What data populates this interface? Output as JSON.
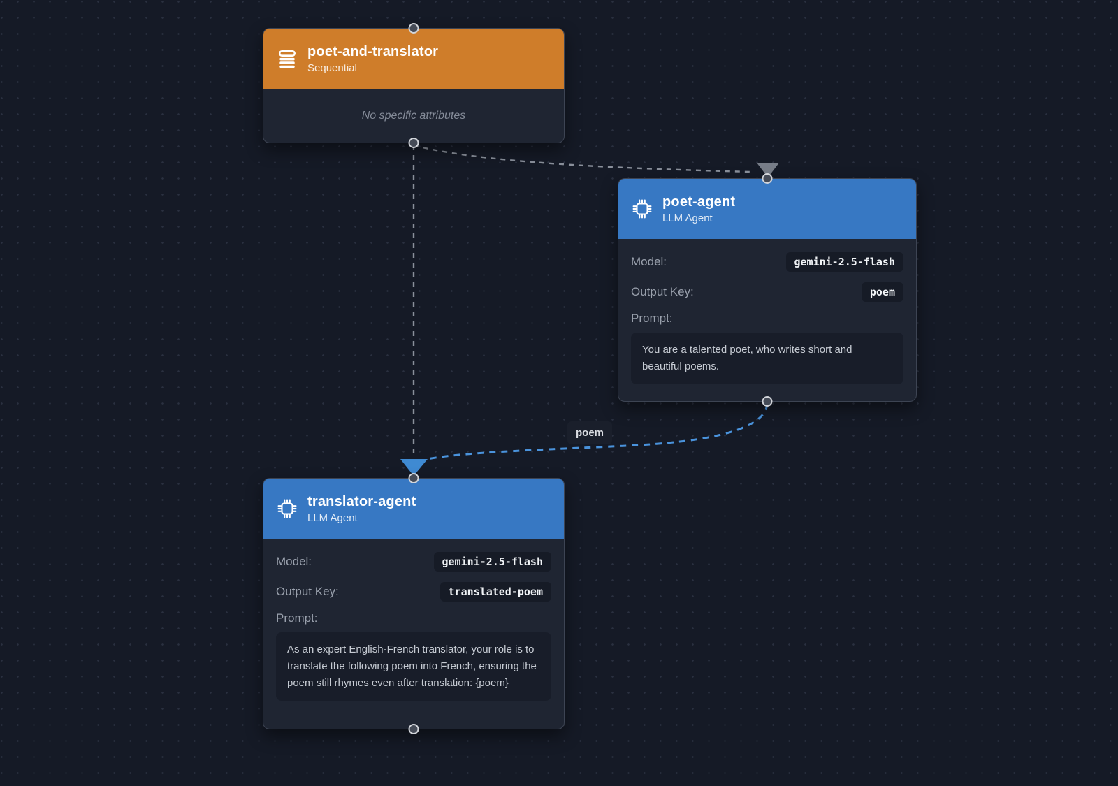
{
  "canvas": {
    "background_color": "#151a26",
    "dot_color": "#2a3040"
  },
  "nodes": [
    {
      "title": "poet-and-translator",
      "subtitle": "Sequential",
      "icon": "list-icon",
      "header_color": "#cf7d2a",
      "note": "No specific attributes"
    },
    {
      "title": "poet-agent",
      "subtitle": "LLM Agent",
      "icon": "chip-icon",
      "header_color": "#3778c3",
      "model_label": "Model:",
      "model_value": "gemini-2.5-flash",
      "output_key_label": "Output Key:",
      "output_key_value": "poem",
      "prompt_label": "Prompt:",
      "prompt_text": "You are a talented poet, who writes short and beautiful poems."
    },
    {
      "title": "translator-agent",
      "subtitle": "LLM Agent",
      "icon": "chip-icon",
      "header_color": "#3778c3",
      "model_label": "Model:",
      "model_value": "gemini-2.5-flash",
      "output_key_label": "Output Key:",
      "output_key_value": "translated-poem",
      "prompt_label": "Prompt:",
      "prompt_text": "As an expert English-French translator, your role is to translate the following poem into French, ensuring the poem still rhymes even after translation: {poem}"
    }
  ],
  "edges": {
    "label": "poem",
    "gray_color": "#8a909b",
    "blue_color": "#4a93dc"
  }
}
